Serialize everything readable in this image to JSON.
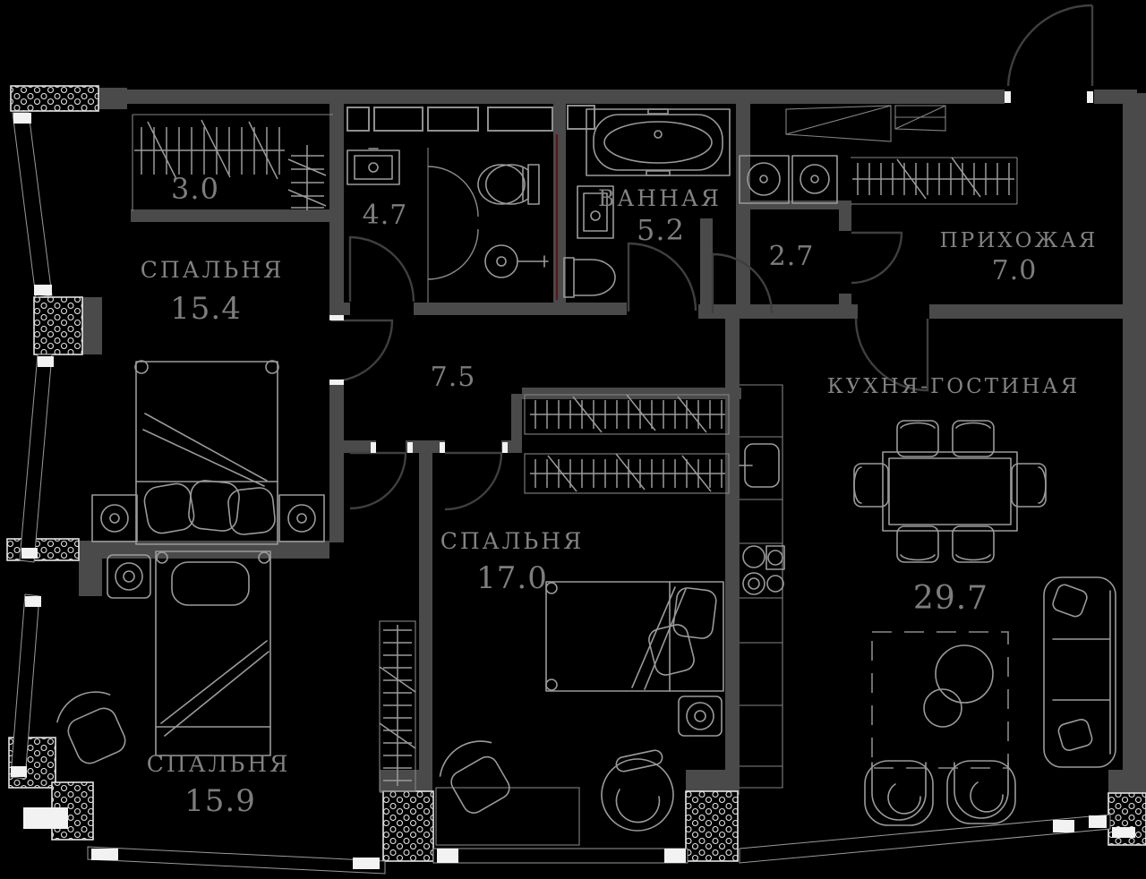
{
  "plan": {
    "type": "apartment-floor-plan",
    "language": "ru",
    "colors": {
      "background": "#000000",
      "wall": "#4a4a4a",
      "furniture_line": "#9a9a9a",
      "label_text": "#828282",
      "window_break": "#f2f2f2",
      "door_arc_dark": "#3f3f3f",
      "plumbing_riser_red": "#5d1515"
    }
  },
  "rooms": [
    {
      "id": "closet",
      "name": "",
      "area": "3.0"
    },
    {
      "id": "bedroom-1",
      "name": "СПАЛЬНЯ",
      "area": "15.4"
    },
    {
      "id": "bath-small",
      "name": "",
      "area": "4.7"
    },
    {
      "id": "bathroom",
      "name": "ВАННАЯ",
      "area": "5.2"
    },
    {
      "id": "laundry",
      "name": "",
      "area": "2.7"
    },
    {
      "id": "hallway",
      "name": "ПРИХОЖАЯ",
      "area": "7.0"
    },
    {
      "id": "corridor",
      "name": "",
      "area": "7.5"
    },
    {
      "id": "bedroom-2",
      "name": "СПАЛЬНЯ",
      "area": "17.0"
    },
    {
      "id": "kitchen-living",
      "name": "КУХНЯ-ГОСТИНАЯ",
      "area": "29.7"
    },
    {
      "id": "bedroom-3",
      "name": "СПАЛЬНЯ",
      "area": "15.9"
    }
  ]
}
